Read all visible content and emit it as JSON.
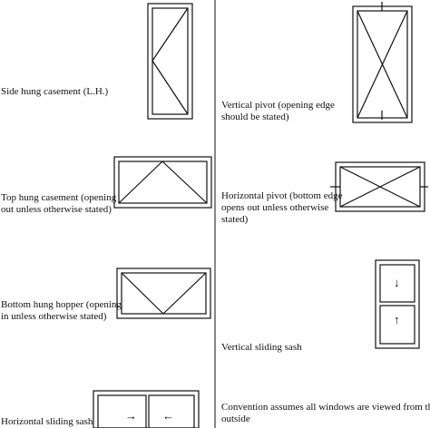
{
  "symbols": [
    {
      "id": "side-hung-casement",
      "lines": [
        "Side hung casement (L.H.)"
      ]
    },
    {
      "id": "vertical-pivot",
      "lines": [
        "Vertical pivot (opening edge",
        "should be stated)"
      ]
    },
    {
      "id": "top-hung-casement",
      "lines": [
        "Top hung casement (opening",
        "out unless otherwise stated)"
      ]
    },
    {
      "id": "horizontal-pivot",
      "lines": [
        "Horizontal pivot (bottom edge",
        "opens out unless otherwise",
        "stated)"
      ]
    },
    {
      "id": "bottom-hung-hopper",
      "lines": [
        "Bottom hung hopper (opening",
        "in unless otherwise stated)"
      ]
    },
    {
      "id": "vertical-sliding-sash",
      "lines": [
        "Vertical sliding sash"
      ]
    },
    {
      "id": "horizontal-sliding-sash",
      "lines": [
        "Horizontal sliding sash"
      ]
    }
  ],
  "convention_note": [
    "Convention assumes all windows are viewed from the",
    "outside"
  ],
  "arrows": {
    "right": "→",
    "left": "←",
    "down": "↓",
    "up": "↑"
  },
  "line_color": "#111111"
}
